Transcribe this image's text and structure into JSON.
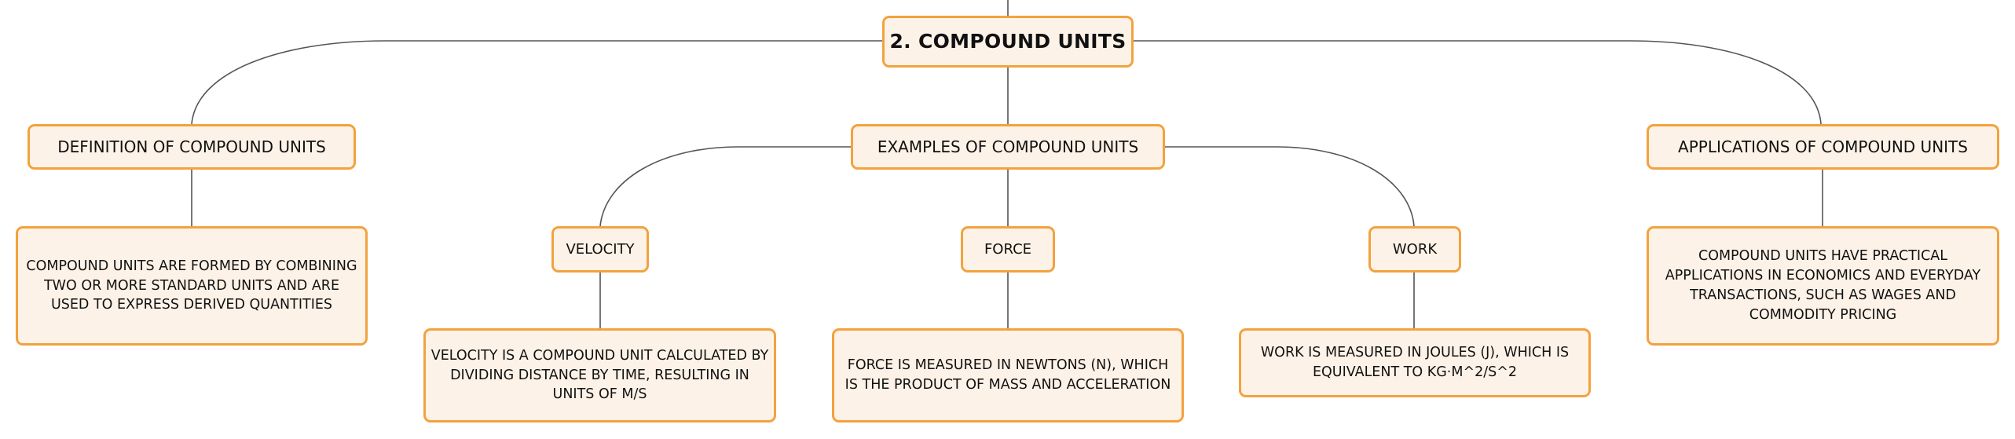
{
  "root": {
    "label": "2. COMPOUND UNITS"
  },
  "branches": {
    "definition": {
      "label": "DEFINITION OF COMPOUND UNITS",
      "description": "COMPOUND UNITS ARE FORMED BY COMBINING TWO OR MORE STANDARD UNITS AND ARE USED TO EXPRESS DERIVED QUANTITIES"
    },
    "examples": {
      "label": "EXAMPLES OF COMPOUND UNITS",
      "velocity": {
        "label": "VELOCITY",
        "description": "VELOCITY IS A COMPOUND UNIT CALCULATED BY DIVIDING DISTANCE BY TIME, RESULTING IN UNITS OF M/S"
      },
      "force": {
        "label": "FORCE",
        "description": "FORCE IS MEASURED IN NEWTONS (N), WHICH IS THE PRODUCT OF MASS AND ACCELERATION"
      },
      "work": {
        "label": "WORK",
        "description": "WORK IS MEASURED IN JOULES (J), WHICH IS EQUIVALENT TO KG·M^2/S^2"
      }
    },
    "applications": {
      "label": "APPLICATIONS OF COMPOUND UNITS",
      "description": "COMPOUND UNITS HAVE PRACTICAL APPLICATIONS IN ECONOMICS AND EVERYDAY TRANSACTIONS, SUCH AS WAGES AND COMMODITY PRICING"
    }
  },
  "colors": {
    "node_fill": "#fdf2e7",
    "node_border": "#f3a23e",
    "connector": "#555555"
  }
}
